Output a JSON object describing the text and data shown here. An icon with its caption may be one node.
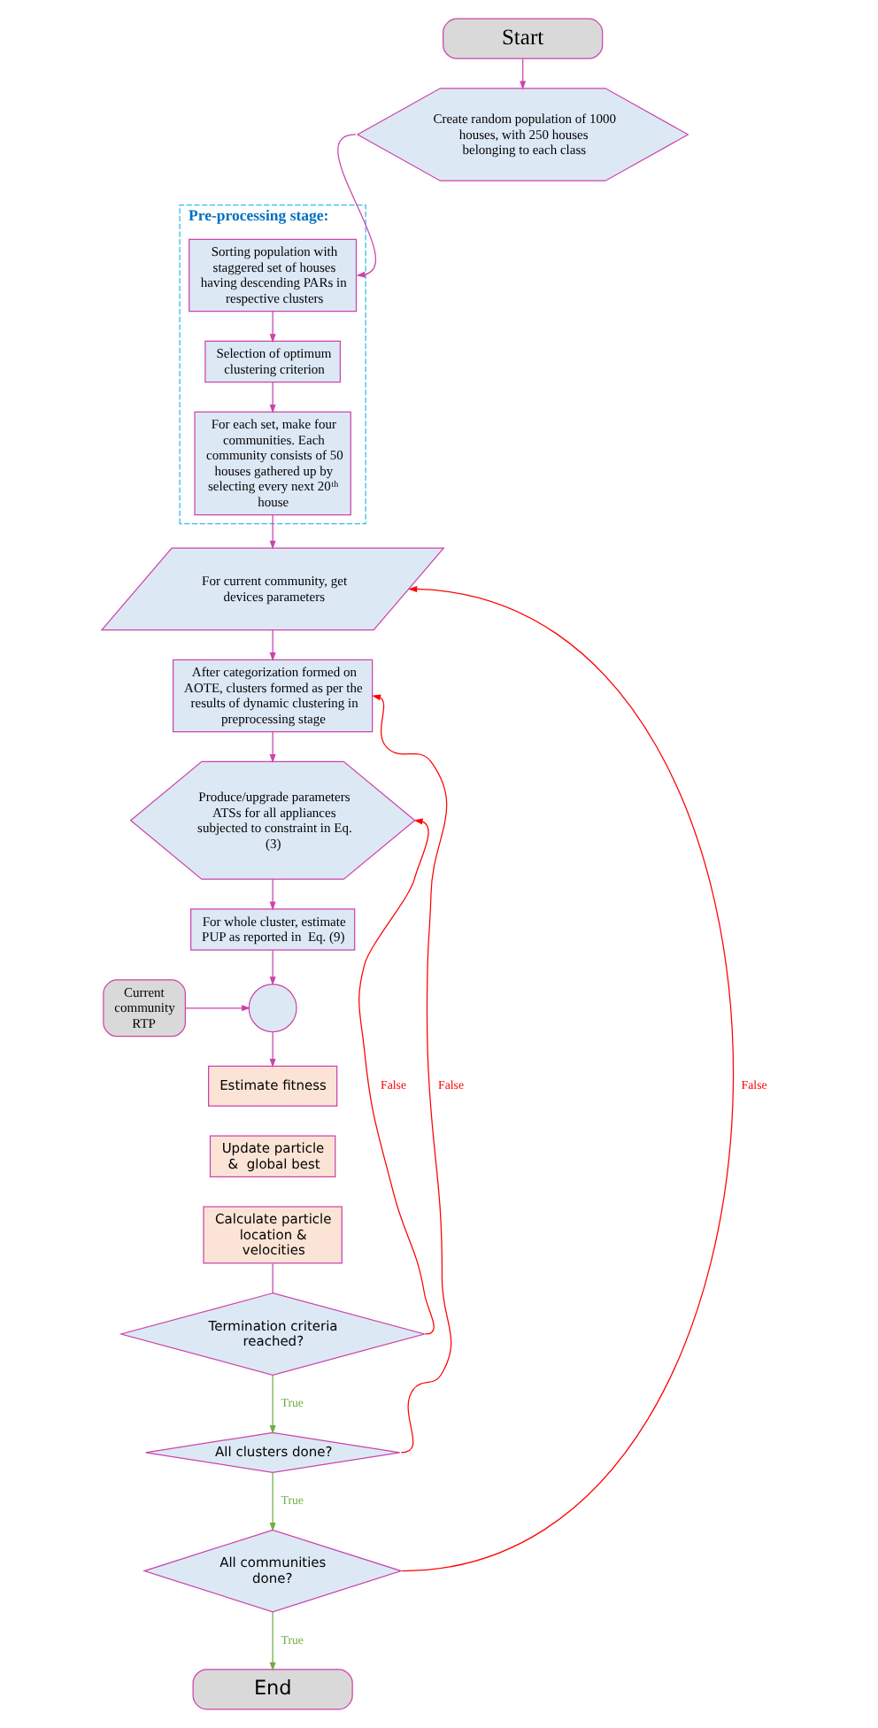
{
  "diagram": {
    "nodes": [
      {
        "text": [
          "Pre-processing stage:"
        ]
      },
      {
        "text": [
          "Sorting population with staggered set of houses having descending PARs in respective clusters"
        ],
        "in": 0
      },
      {
        "text": [
          "Selection of optimum clustering criterion"
        ],
        "in": 0
      },
      {
        "text": [
          "For each set, make four communities. Each community consists of 50 houses gathered up by selecting every next 20$^{th}$ house"
        ],
        "in": 0
      },
      {
        "text": [
          "Start"
        ]
      },
      {
        "text": [
          "Create random population of 1000 houses, with 250 houses belonging to each class"
        ]
      },
      {
        "text": [
          "For current community, get devices parameters"
        ]
      },
      {
        "text": [
          "After categorization formed on AOTE, clusters formed as per the results of dynamic clustering in preprocessing stage"
        ]
      },
      {
        "text": [
          "Produce/upgrade parameters ATSs for all appliances subjected to constraint in Eq. (3)"
        ]
      },
      {
        "text": [
          "For whole cluster, estimate PUP as reported in  Eq. (9)"
        ]
      },
      {
        "text": [
          "Current community RTP"
        ]
      },
      {
        "text": [],
        "shape": "circle"
      },
      {
        "text": [
          "Estimate fitness"
        ]
      },
      {
        "text": [
          "Update particle &  global best"
        ]
      },
      {
        "text": [
          "Calculate particle location & velocities"
        ]
      },
      {
        "text": [
          "Termination criteria reached?"
        ]
      },
      {
        "text": [
          "All clusters done?"
        ]
      },
      {
        "text": [
          "All communities done?"
        ]
      },
      {
        "text": [
          "End"
        ]
      }
    ],
    "edges": [
      {
        "from": 4,
        "to": 5,
        "arrow": "to"
      },
      {
        "from": 5,
        "to": 1,
        "arrow": "to"
      },
      {
        "from": 1,
        "to": 2,
        "arrow": "to"
      },
      {
        "from": 2,
        "to": 3,
        "arrow": "to"
      },
      {
        "from": 3,
        "to": 6,
        "arrow": "to"
      },
      {
        "from": 6,
        "to": 7,
        "arrow": "to"
      },
      {
        "from": 7,
        "to": 8,
        "arrow": "to"
      },
      {
        "from": 8,
        "to": 9,
        "arrow": "to"
      },
      {
        "from": 9,
        "to": 11,
        "arrow": "to"
      },
      {
        "from": 10,
        "to": 11,
        "arrow": "to"
      },
      {
        "from": 11,
        "to": 12,
        "arrow": "to"
      },
      {
        "from": 14,
        "to": 15,
        "arrow": "none"
      },
      {
        "from": 15,
        "to": 16,
        "arrow": "to",
        "label": "True",
        "color": "#70ad47"
      },
      {
        "from": 16,
        "to": 17,
        "arrow": "to",
        "label": "True",
        "color": "#70ad47"
      },
      {
        "from": 17,
        "to": 18,
        "arrow": "to",
        "label": "True",
        "color": "#70ad47"
      },
      {
        "from": 15,
        "to": 8,
        "arrow": "to",
        "label": "False",
        "color": "#ff0000"
      },
      {
        "from": 16,
        "to": 7,
        "arrow": "to",
        "label": "False",
        "color": "#ff0000"
      },
      {
        "from": 17,
        "to": 6,
        "arrow": "to",
        "label": "False",
        "color": "#ff0000"
      }
    ]
  }
}
